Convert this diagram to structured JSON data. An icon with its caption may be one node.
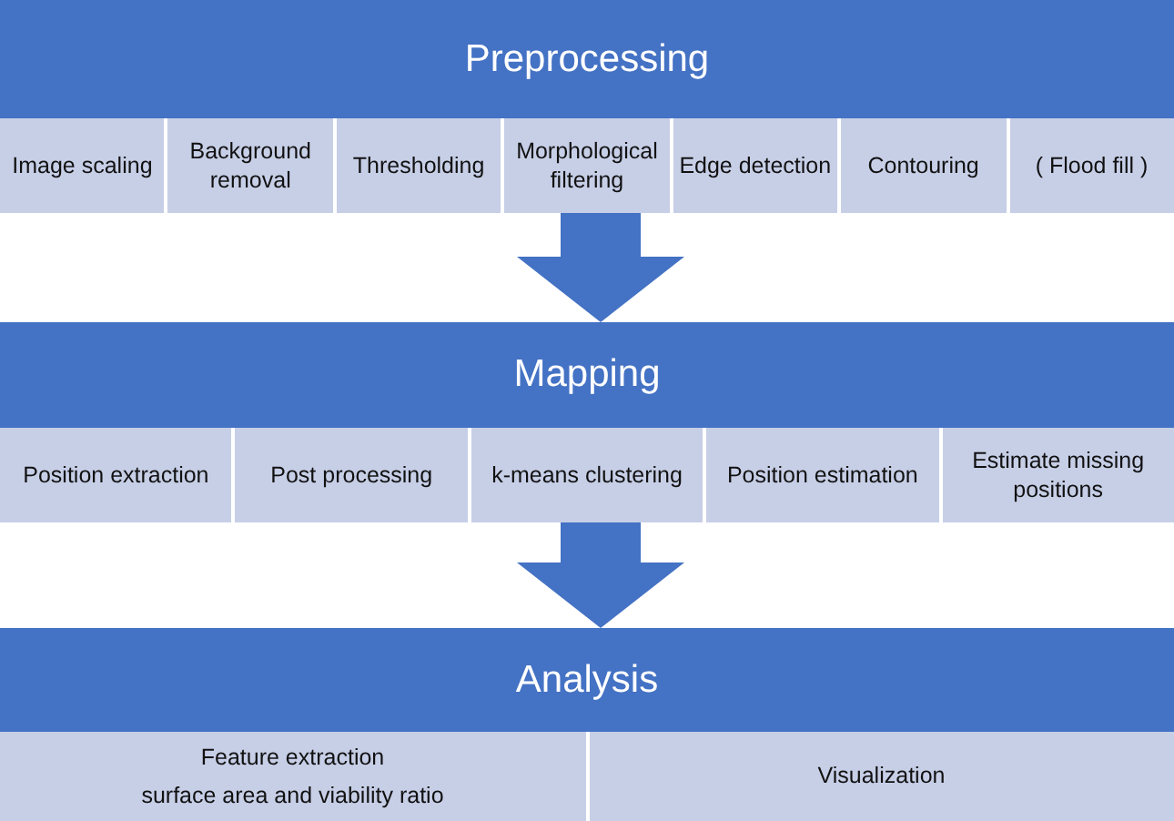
{
  "diagram": {
    "nodes": [
      {
        "text": [
          "Preprocessing"
        ]
      },
      {
        "text": [
          "Image scaling"
        ],
        "in": 0
      },
      {
        "text": [
          "Background removal"
        ],
        "in": 0
      },
      {
        "text": [
          "Thresholding"
        ],
        "in": 0
      },
      {
        "text": [
          "Morphological filtering"
        ],
        "in": 0
      },
      {
        "text": [
          "Edge detection"
        ],
        "in": 0
      },
      {
        "text": [
          "Contouring"
        ],
        "in": 0
      },
      {
        "text": [
          "( Flood fill )"
        ],
        "in": 0
      },
      {
        "text": [
          "Mapping"
        ]
      },
      {
        "text": [
          "Position extraction"
        ],
        "in": 8
      },
      {
        "text": [
          "Post processing"
        ],
        "in": 8
      },
      {
        "text": [
          "k-means clustering"
        ],
        "in": 8
      },
      {
        "text": [
          "Position estimation"
        ],
        "in": 8
      },
      {
        "text": [
          "Estimate missing positions"
        ],
        "in": 8
      },
      {
        "text": [
          "Analysis"
        ]
      },
      {
        "text": [
          "Feature extraction",
          "surface area and viability ratio"
        ],
        "in": 14
      },
      {
        "text": [
          "Visualization"
        ],
        "in": 14
      }
    ],
    "edges": [
      {
        "from": 0,
        "to": 8,
        "arrow": "to"
      },
      {
        "from": 8,
        "to": 14,
        "arrow": "to"
      }
    ]
  }
}
